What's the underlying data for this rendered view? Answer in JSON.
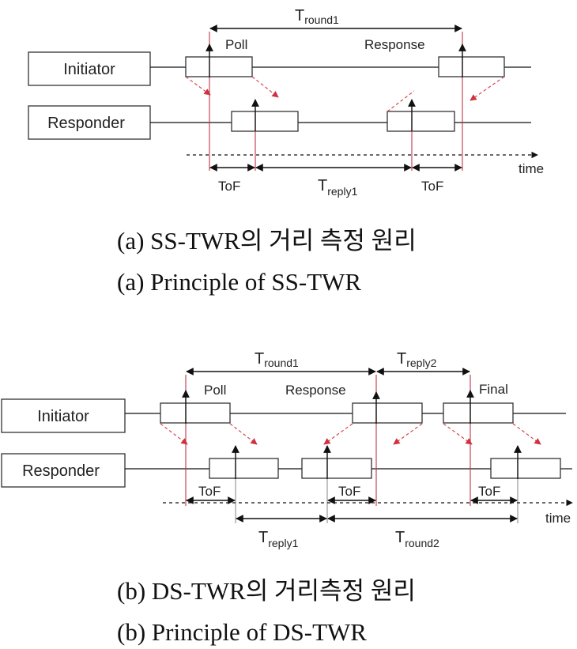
{
  "diagram_a": {
    "initiator": "Initiator",
    "responder": "Responder",
    "poll": "Poll",
    "response": "Response",
    "time": "time",
    "tround_main": "T",
    "tround_sub": "round1",
    "treply_main": "T",
    "treply_sub": "reply1",
    "tof_left": "ToF",
    "tof_right": "ToF",
    "caption_ko": "(a) SS-TWR의 거리 측정 원리",
    "caption_en": "(a) Principle of SS-TWR"
  },
  "diagram_b": {
    "initiator": "Initiator",
    "responder": "Responder",
    "poll": "Poll",
    "response": "Response",
    "final": "Final",
    "time": "time",
    "tround1_main": "T",
    "tround1_sub": "round1",
    "treply2_main": "T",
    "treply2_sub": "reply2",
    "treply1_main": "T",
    "treply1_sub": "reply1",
    "tround2_main": "T",
    "tround2_sub": "round2",
    "tof_1": "ToF",
    "tof_2": "ToF",
    "tof_3": "ToF",
    "caption_ko": "(b) DS-TWR의 거리측정 원리",
    "caption_en": "(b) Principle of DS-TWR"
  },
  "colors": {
    "signal_arrow": "#d04a50",
    "marker_line": "#c0354a"
  }
}
